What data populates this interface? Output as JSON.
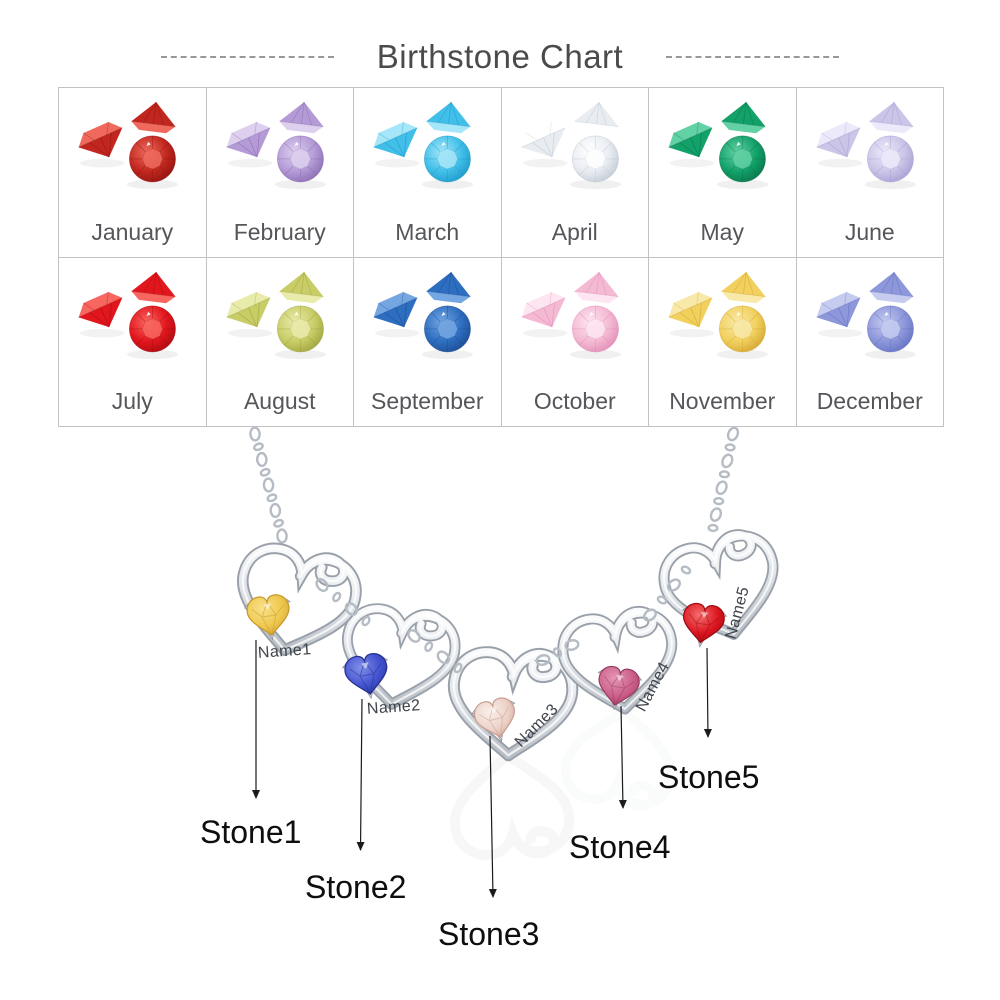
{
  "title": "Birthstone Chart",
  "birthstone_chart": {
    "months": [
      {
        "label": "January",
        "gem_color": "#c1271f",
        "gem_dark": "#8a120e",
        "gem_light": "#ef6a5d"
      },
      {
        "label": "February",
        "gem_color": "#b49bd6",
        "gem_dark": "#8466ad",
        "gem_light": "#ddd0ee"
      },
      {
        "label": "March",
        "gem_color": "#41bfe9",
        "gem_dark": "#1793c2",
        "gem_light": "#a5e6f8"
      },
      {
        "label": "April",
        "gem_color": "#e9edf2",
        "gem_dark": "#b9c3cf",
        "gem_light": "#ffffff"
      },
      {
        "label": "May",
        "gem_color": "#12a169",
        "gem_dark": "#096f46",
        "gem_light": "#62d1a4"
      },
      {
        "label": "June",
        "gem_color": "#cbc5e7",
        "gem_dark": "#a29ad0",
        "gem_light": "#eceafa"
      },
      {
        "label": "July",
        "gem_color": "#e2161d",
        "gem_dark": "#a00a10",
        "gem_light": "#f86660"
      },
      {
        "label": "August",
        "gem_color": "#c9cd67",
        "gem_dark": "#989e37",
        "gem_light": "#e9ebab"
      },
      {
        "label": "September",
        "gem_color": "#2e6ec0",
        "gem_dark": "#1a478c",
        "gem_light": "#74a6e2"
      },
      {
        "label": "October",
        "gem_color": "#f4bad4",
        "gem_dark": "#de85b0",
        "gem_light": "#fde6f1"
      },
      {
        "label": "November",
        "gem_color": "#f1d05e",
        "gem_dark": "#cfa02c",
        "gem_light": "#f9e9a8"
      },
      {
        "label": "December",
        "gem_color": "#8d97da",
        "gem_dark": "#5f6dbe",
        "gem_light": "#c6cbf0"
      }
    ]
  },
  "necklace": {
    "metal_color": "#c9ced5",
    "pendants": [
      {
        "name": "Name1",
        "stone_label": "Stone1",
        "stone_color": "#eec84e",
        "stone_light": "#f9e08a",
        "stone_dark": "#c8982a"
      },
      {
        "name": "Name2",
        "stone_label": "Stone2",
        "stone_color": "#4152cf",
        "stone_light": "#8290e8",
        "stone_dark": "#232e8f"
      },
      {
        "name": "Name3",
        "stone_label": "Stone3",
        "stone_color": "#ecd2c8",
        "stone_light": "#f9efe9",
        "stone_dark": "#c99c90"
      },
      {
        "name": "Name4",
        "stone_label": "Stone4",
        "stone_color": "#cb5f8a",
        "stone_light": "#e597b4",
        "stone_dark": "#963a61"
      },
      {
        "name": "Name5",
        "stone_label": "Stone5",
        "stone_color": "#dc141f",
        "stone_light": "#f46f6e",
        "stone_dark": "#990a10"
      }
    ]
  }
}
